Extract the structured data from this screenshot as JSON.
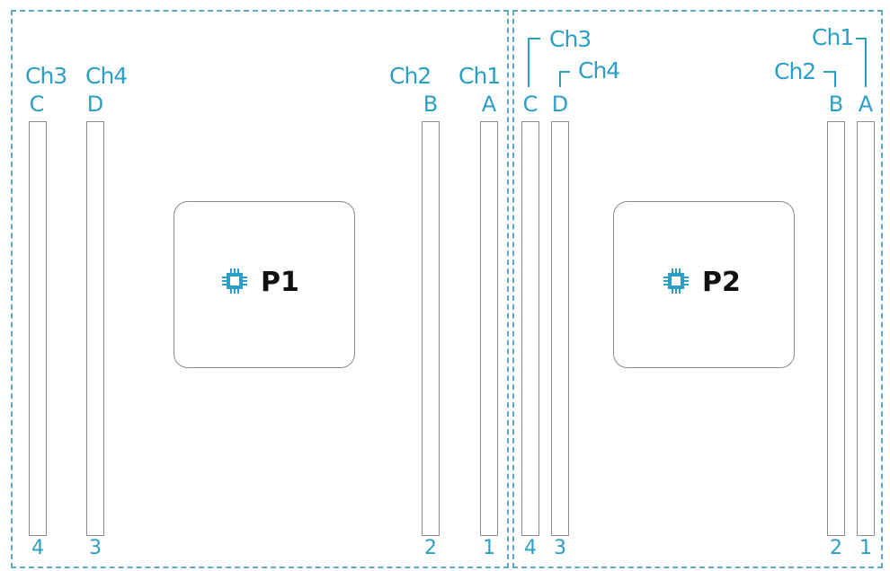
{
  "processors": [
    {
      "label": "P1",
      "channels": {
        "ch1": "Ch1",
        "ch2": "Ch2",
        "ch3": "Ch3",
        "ch4": "Ch4"
      },
      "slot_letters": {
        "a": "A",
        "b": "B",
        "c": "C",
        "d": "D"
      },
      "slot_numbers": {
        "n1": "1",
        "n2": "2",
        "n3": "3",
        "n4": "4"
      }
    },
    {
      "label": "P2",
      "channels": {
        "ch1": "Ch1",
        "ch2": "Ch2",
        "ch3": "Ch3",
        "ch4": "Ch4"
      },
      "slot_letters": {
        "a": "A",
        "b": "B",
        "c": "C",
        "d": "D"
      },
      "slot_numbers": {
        "n1": "1",
        "n2": "2",
        "n3": "3",
        "n4": "4"
      }
    }
  ],
  "colors": {
    "accent": "#2c9fc6",
    "dashed_border": "#5fa9c4",
    "slot_outline": "#8c8c8c",
    "cpu_label": "#111111"
  },
  "icons": {
    "processor": "cpu-chip-icon"
  }
}
